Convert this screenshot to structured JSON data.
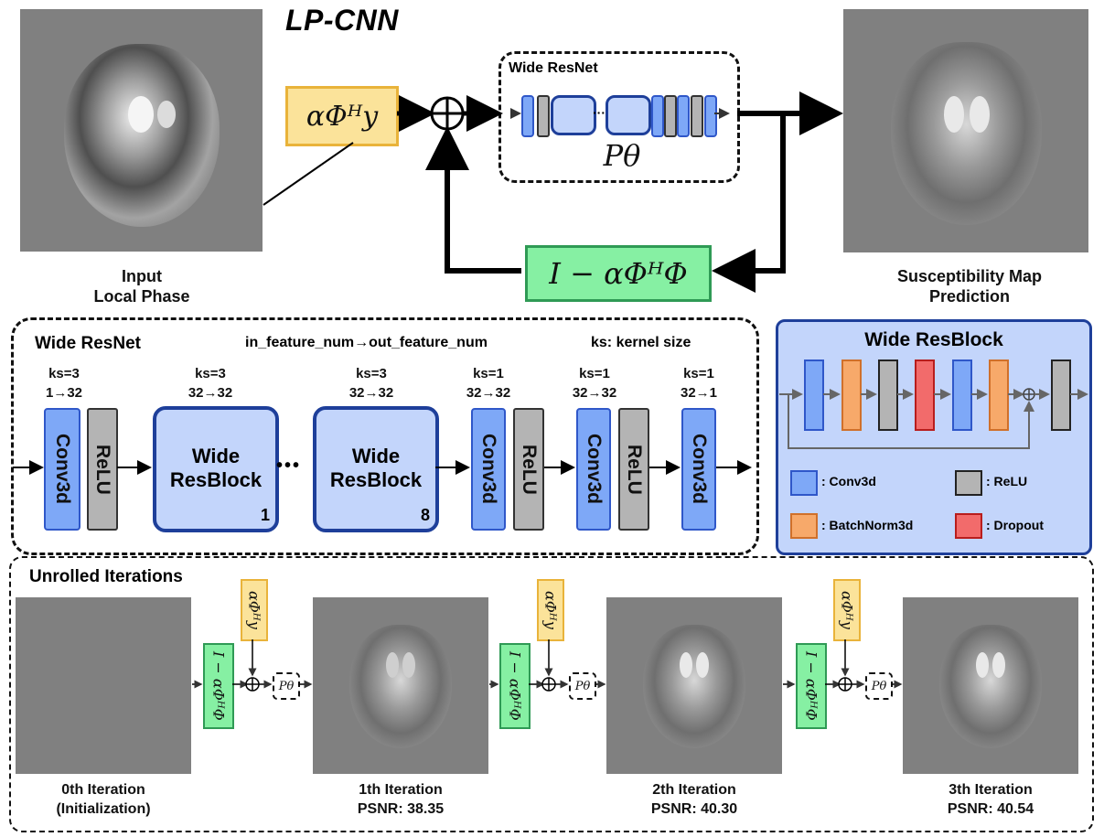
{
  "title": "LP-CNN",
  "top": {
    "input_caption_line1": "Input",
    "input_caption_line2": "Local Phase",
    "output_caption_line1": "Susceptibility Map",
    "output_caption_line2": "Prediction",
    "alpha_phi_h_y": "αΦᴴy",
    "i_minus": "I − αΦᴴΦ",
    "wide_resnet_label": "Wide ResNet",
    "p_theta": "Pθ",
    "plus": "⊕"
  },
  "wide_resnet": {
    "title": "Wide ResNet",
    "legend_feature": "in_feature_num→out_feature_num",
    "legend_ks": "ks: kernel size",
    "dots": "•••",
    "layers": [
      {
        "ks": "ks=3",
        "io": "1→32",
        "name": "Conv3d",
        "relu": "ReLU"
      },
      {
        "ks": "ks=3",
        "io": "32→32",
        "name_line1": "Wide",
        "name_line2": "ResBlock",
        "index": "1"
      },
      {
        "ks": "ks=3",
        "io": "32→32",
        "name_line1": "Wide",
        "name_line2": "ResBlock",
        "index": "8"
      },
      {
        "ks": "ks=1",
        "io": "32→32",
        "name": "Conv3d",
        "relu": "ReLU"
      },
      {
        "ks": "ks=1",
        "io": "32→32",
        "name": "Conv3d",
        "relu": "ReLU"
      },
      {
        "ks": "ks=1",
        "io": "32→1",
        "name": "Conv3d"
      }
    ]
  },
  "wide_resblock": {
    "title": "Wide ResBlock",
    "legend": {
      "conv": ": Conv3d",
      "relu": ": ReLU",
      "bn": ": BatchNorm3d",
      "dropout": ": Dropout"
    },
    "colors": {
      "conv": "#7ea8f7",
      "bn": "#f7a96a",
      "relu": "#b4b4b4",
      "dropout": "#f26b6b",
      "panel": "#c3d5fb"
    }
  },
  "unrolled": {
    "title": "Unrolled Iterations",
    "iterations": [
      {
        "line1": "0th Iteration",
        "line2": "(Initialization)"
      },
      {
        "line1": "1th Iteration",
        "line2": "PSNR: 38.35"
      },
      {
        "line1": "2th Iteration",
        "line2": "PSNR: 40.30"
      },
      {
        "line1": "3th Iteration",
        "line2": "PSNR: 40.54"
      }
    ],
    "alpha_phi_h_y": "αΦᴴy",
    "i_minus": "I − αΦᴴΦ",
    "p_theta": "Pθ",
    "plus": "⊕"
  }
}
